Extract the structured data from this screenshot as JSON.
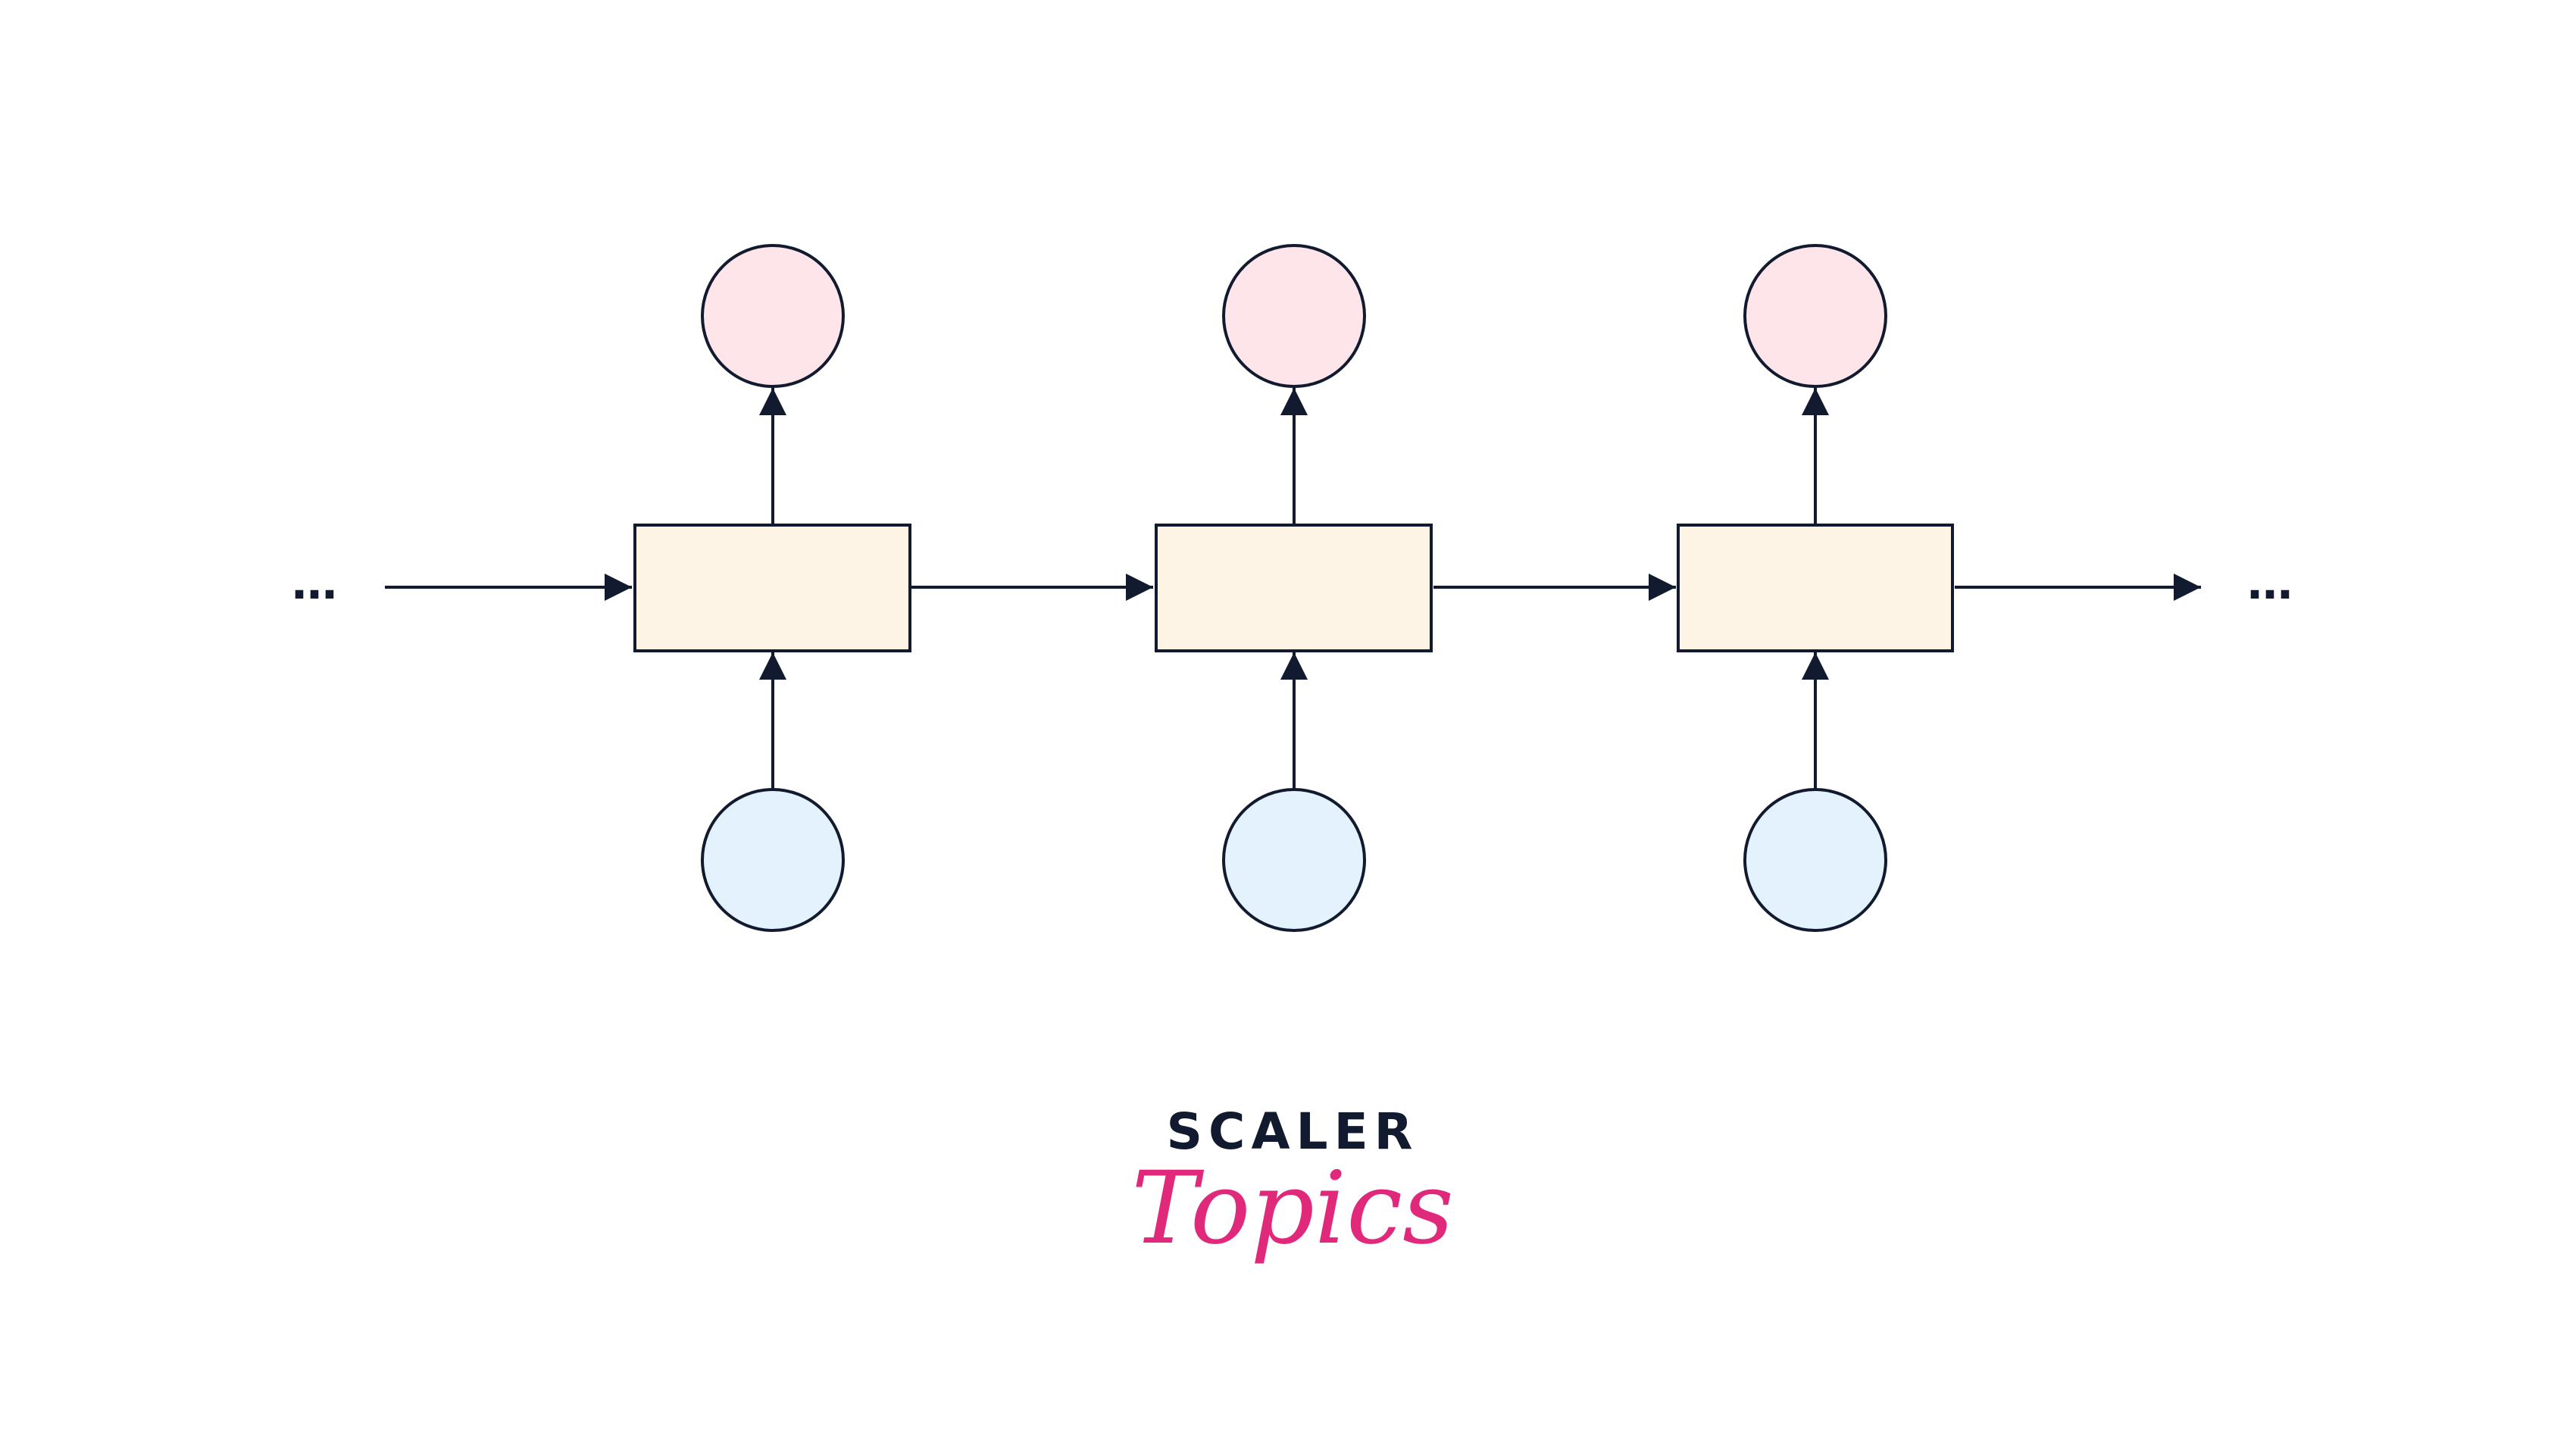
{
  "diagram": {
    "units": 3,
    "leading_ellipsis": "…",
    "trailing_ellipsis": "…"
  },
  "colors": {
    "stroke": "#111a2e",
    "cell_fill": "#fdf4e6",
    "output_fill": "#fde5ea",
    "input_fill": "#e4f2fd",
    "brand_dark": "#111a2e",
    "brand_pink": "#e0297a"
  },
  "brand": {
    "name": "SCALER",
    "tagline": "Topics"
  }
}
